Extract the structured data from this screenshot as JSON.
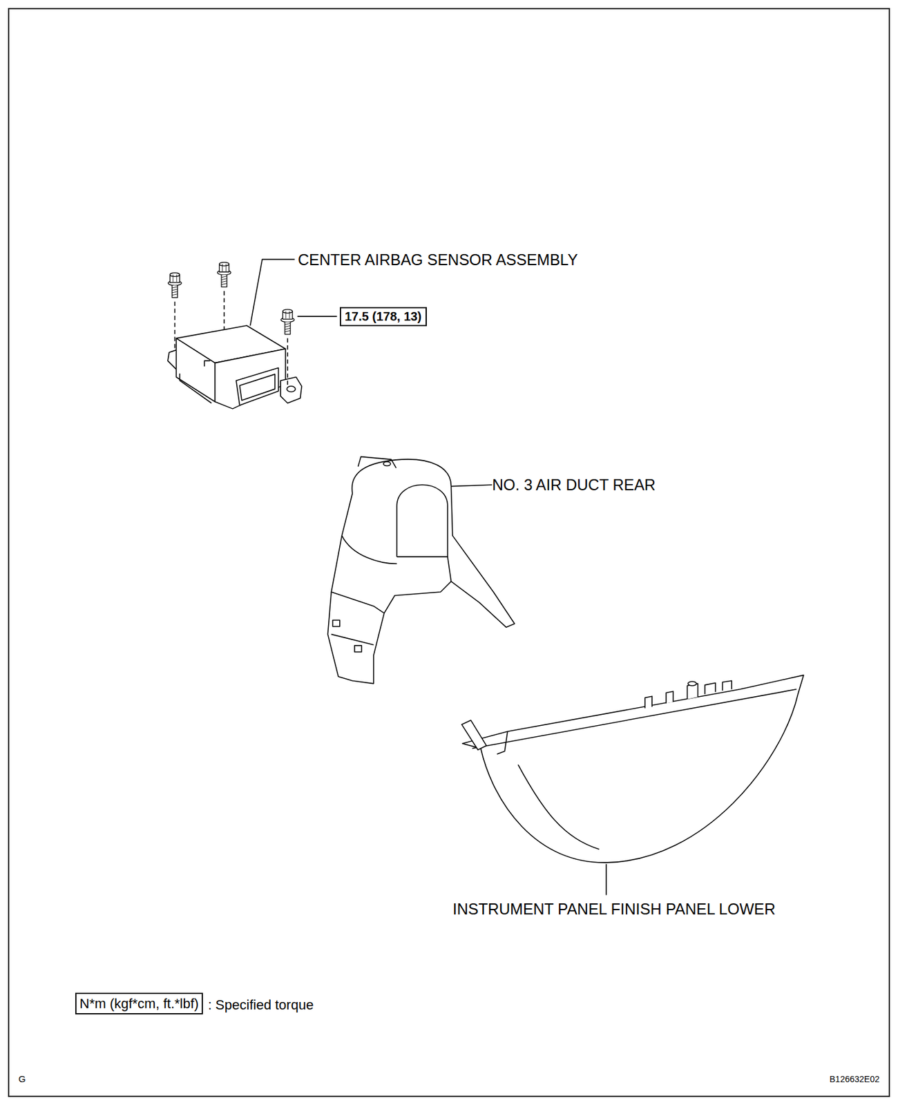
{
  "diagram": {
    "nodes": [
      {
        "text": [
          "17.5 (178, 13)"
        ]
      },
      {
        "text": [
          "N*m (kgf*cm, ft.*lbf)"
        ]
      }
    ],
    "labels": [
      "CENTER AIRBAG SENSOR ASSEMBLY",
      "NO. 3 AIR DUCT REAR",
      "INSTRUMENT PANEL FINISH PANEL LOWER",
      ": Specified torque",
      "G",
      "B126632E02"
    ]
  }
}
